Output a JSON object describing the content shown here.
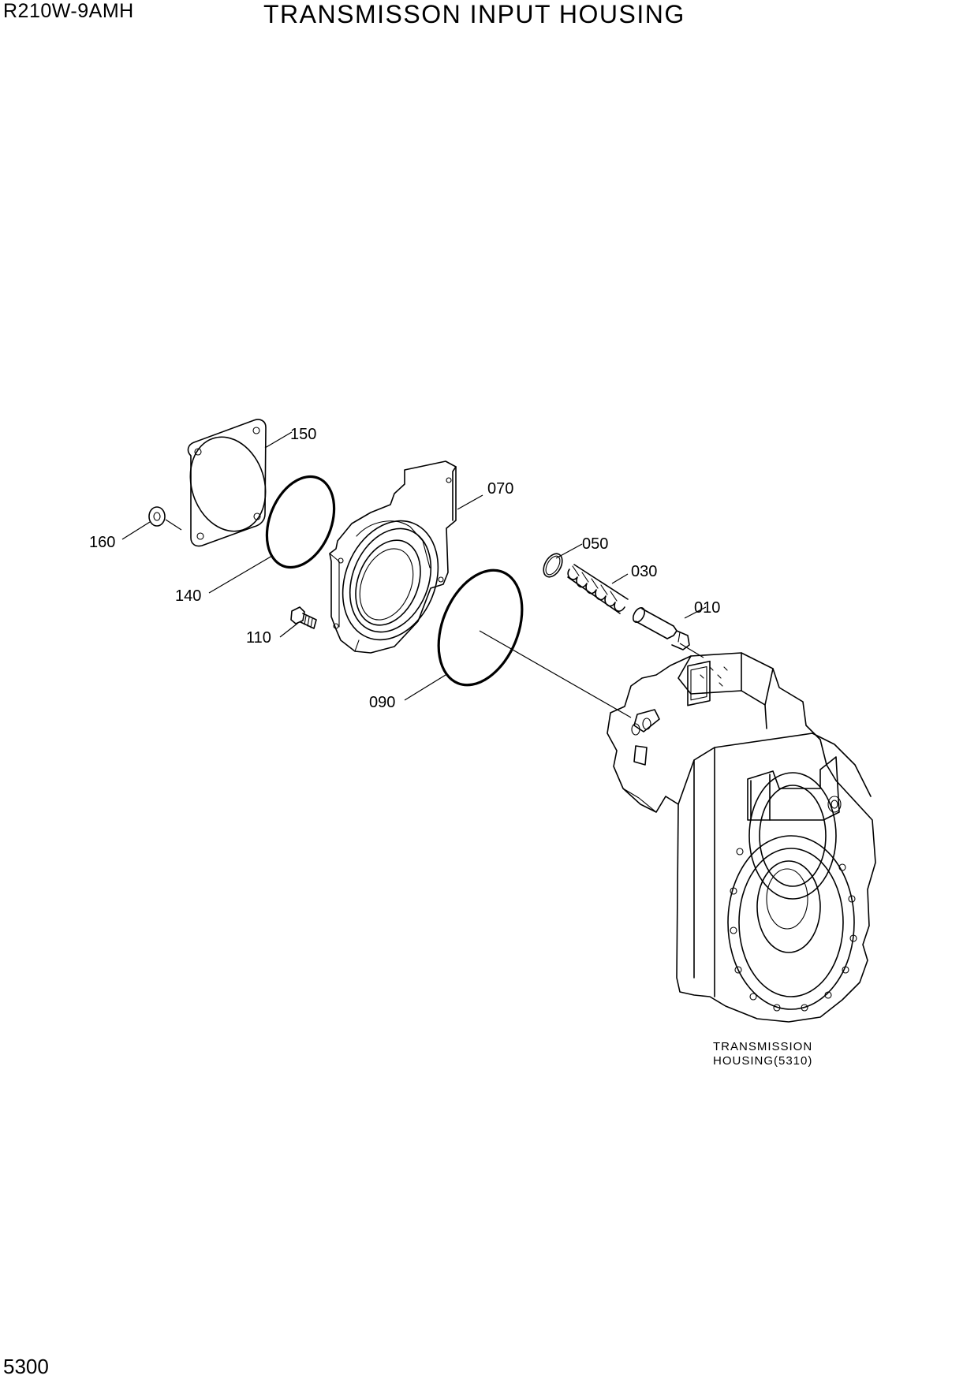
{
  "header": {
    "model": "R210W-9AMH",
    "title": "TRANSMISSON INPUT HOUSING"
  },
  "footer": {
    "page_number": "5300"
  },
  "callouts": [
    {
      "id": "150",
      "part": "gasket-icon"
    },
    {
      "id": "070",
      "part": "input-cover-icon"
    },
    {
      "id": "160",
      "part": "washer-icon"
    },
    {
      "id": "140",
      "part": "o-ring-icon"
    },
    {
      "id": "110",
      "part": "bolt-icon"
    },
    {
      "id": "090",
      "part": "o-ring-icon"
    },
    {
      "id": "050",
      "part": "o-ring-icon"
    },
    {
      "id": "030",
      "part": "spring-icon"
    },
    {
      "id": "010",
      "part": "valve-pin-icon"
    }
  ],
  "reference": {
    "line1": "TRANSMISSION",
    "line2": "HOUSING(5310)"
  }
}
